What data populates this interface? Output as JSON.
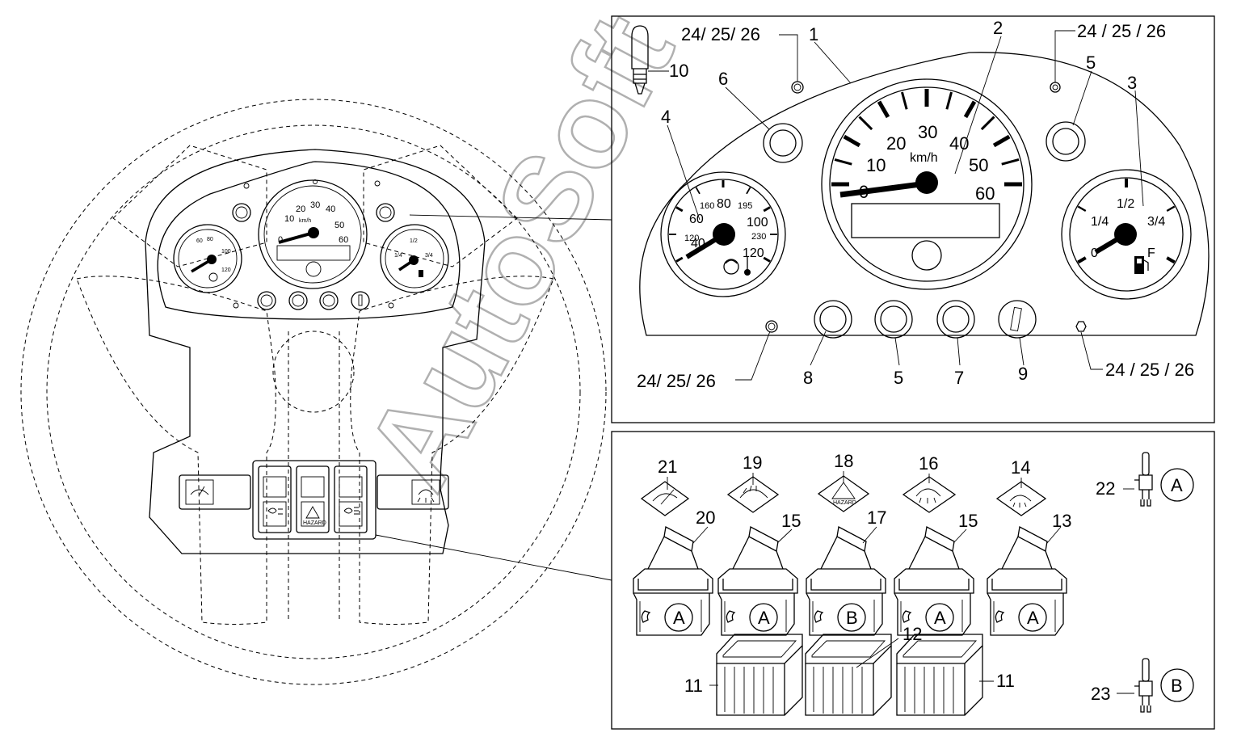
{
  "labels": {
    "p1": "1",
    "p2": "2",
    "p3": "3",
    "p4": "4",
    "p5a": "5",
    "p5b": "5",
    "p6": "6",
    "p7": "7",
    "p8": "8",
    "p9": "9",
    "p10": "10",
    "p11a": "11",
    "p11b": "11",
    "p12": "12",
    "p13": "13",
    "p14": "14",
    "p15a": "15",
    "p15b": "15",
    "p16": "16",
    "p17": "17",
    "p18": "18",
    "p19": "19",
    "p20": "20",
    "p21": "21",
    "p22": "22",
    "p23": "23",
    "screws_tl": "24/ 25/ 26",
    "screws_tr": "24 / 25 / 26",
    "screws_bl": "24/ 25/ 26",
    "screws_br": "24 / 25 / 26"
  },
  "switch_variants": {
    "a": "A",
    "b": "B"
  },
  "switch_variant_row": [
    "A",
    "A",
    "B",
    "A",
    "A"
  ],
  "speedometer": {
    "unit": "km/h",
    "ticks": [
      "0",
      "10",
      "20",
      "30",
      "40",
      "50",
      "60"
    ]
  },
  "temp_gauge": {
    "outer": [
      "160",
      "195",
      "230"
    ],
    "inner": [
      "40",
      "60",
      "80",
      "100",
      "120"
    ],
    "inner_left": "120"
  },
  "fuel_gauge": {
    "ticks": [
      "0",
      "1/4",
      "1/2",
      "3/4"
    ],
    "full": "F"
  },
  "hazard_text": "HAZARD",
  "watermark": "AutoSoft",
  "icons": [
    "bulb-icon",
    "wiper-icon",
    "heated-window-icon",
    "hazard-icon",
    "fog-light-icon",
    "rear-fog-icon",
    "fuel-pump-icon",
    "engine-temp-icon",
    "thermometer-icon"
  ],
  "colors": {
    "line": "#000000",
    "watermark": "#b0b0b0",
    "background": "#ffffff"
  }
}
